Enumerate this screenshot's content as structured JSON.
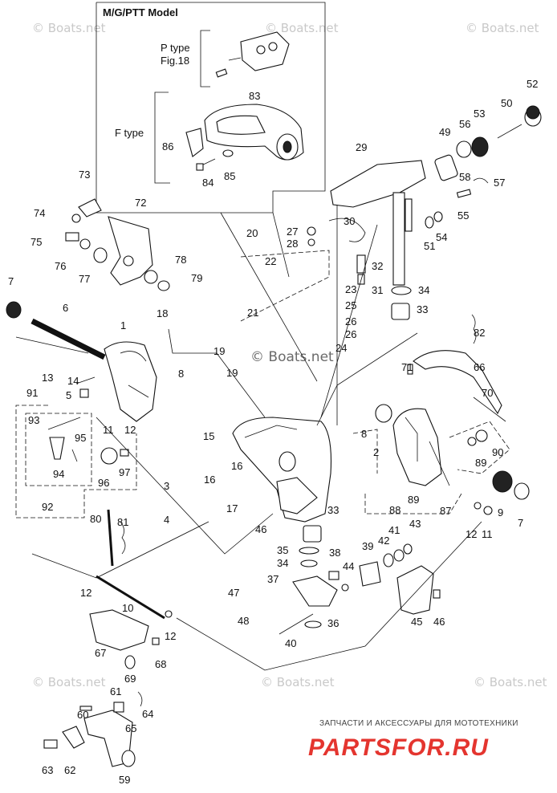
{
  "diagram": {
    "model_box_title": "M/G/PTT Model",
    "variant_p_label": "P type",
    "variant_p_ref": "Fig.18",
    "variant_f_label": "F type",
    "watermark": "© Boats.net",
    "shop_tagline": "ЗАПЧАСТИ И АКСЕССУАРЫ ДЛЯ МОТОТЕХНИКИ",
    "shop_brand": "PARTSFOR.RU",
    "callouts": [
      {
        "n": "1"
      },
      {
        "n": "2"
      },
      {
        "n": "3"
      },
      {
        "n": "4"
      },
      {
        "n": "5"
      },
      {
        "n": "6"
      },
      {
        "n": "7"
      },
      {
        "n": "7"
      },
      {
        "n": "8"
      },
      {
        "n": "8"
      },
      {
        "n": "9"
      },
      {
        "n": "10"
      },
      {
        "n": "11"
      },
      {
        "n": "11"
      },
      {
        "n": "12"
      },
      {
        "n": "12"
      },
      {
        "n": "12"
      },
      {
        "n": "12"
      },
      {
        "n": "13"
      },
      {
        "n": "14"
      },
      {
        "n": "15"
      },
      {
        "n": "16"
      },
      {
        "n": "16"
      },
      {
        "n": "17"
      },
      {
        "n": "18"
      },
      {
        "n": "19"
      },
      {
        "n": "19"
      },
      {
        "n": "20"
      },
      {
        "n": "21"
      },
      {
        "n": "22"
      },
      {
        "n": "23"
      },
      {
        "n": "24"
      },
      {
        "n": "25"
      },
      {
        "n": "26"
      },
      {
        "n": "26"
      },
      {
        "n": "27"
      },
      {
        "n": "28"
      },
      {
        "n": "29"
      },
      {
        "n": "30"
      },
      {
        "n": "31"
      },
      {
        "n": "32"
      },
      {
        "n": "33"
      },
      {
        "n": "33"
      },
      {
        "n": "34"
      },
      {
        "n": "34"
      },
      {
        "n": "35"
      },
      {
        "n": "36"
      },
      {
        "n": "37"
      },
      {
        "n": "38"
      },
      {
        "n": "39"
      },
      {
        "n": "40"
      },
      {
        "n": "41"
      },
      {
        "n": "42"
      },
      {
        "n": "43"
      },
      {
        "n": "44"
      },
      {
        "n": "45"
      },
      {
        "n": "46"
      },
      {
        "n": "46"
      },
      {
        "n": "47"
      },
      {
        "n": "48"
      },
      {
        "n": "49"
      },
      {
        "n": "50"
      },
      {
        "n": "51"
      },
      {
        "n": "52"
      },
      {
        "n": "53"
      },
      {
        "n": "54"
      },
      {
        "n": "55"
      },
      {
        "n": "56"
      },
      {
        "n": "57"
      },
      {
        "n": "58"
      },
      {
        "n": "59"
      },
      {
        "n": "60"
      },
      {
        "n": "61"
      },
      {
        "n": "62"
      },
      {
        "n": "63"
      },
      {
        "n": "64"
      },
      {
        "n": "65"
      },
      {
        "n": "66"
      },
      {
        "n": "67"
      },
      {
        "n": "68"
      },
      {
        "n": "69"
      },
      {
        "n": "70"
      },
      {
        "n": "71"
      },
      {
        "n": "72"
      },
      {
        "n": "73"
      },
      {
        "n": "74"
      },
      {
        "n": "75"
      },
      {
        "n": "76"
      },
      {
        "n": "77"
      },
      {
        "n": "78"
      },
      {
        "n": "79"
      },
      {
        "n": "80"
      },
      {
        "n": "81"
      },
      {
        "n": "82"
      },
      {
        "n": "83"
      },
      {
        "n": "84"
      },
      {
        "n": "85"
      },
      {
        "n": "86"
      },
      {
        "n": "87"
      },
      {
        "n": "88"
      },
      {
        "n": "89"
      },
      {
        "n": "89"
      },
      {
        "n": "90"
      },
      {
        "n": "91"
      },
      {
        "n": "92"
      },
      {
        "n": "93"
      },
      {
        "n": "94"
      },
      {
        "n": "95"
      },
      {
        "n": "96"
      },
      {
        "n": "97"
      }
    ]
  }
}
